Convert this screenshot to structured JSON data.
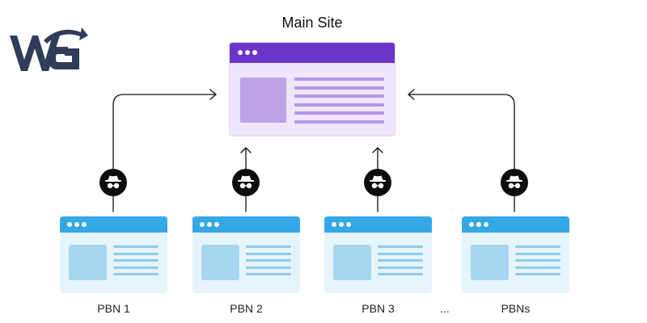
{
  "diagram": {
    "main_site": {
      "label": "Main Site"
    },
    "pbns": [
      {
        "label": "PBN 1"
      },
      {
        "label": "PBN 2"
      },
      {
        "label": "PBN 3"
      },
      {
        "label": "PBNs"
      }
    ],
    "ellipsis": "...",
    "icons": {
      "logo": "wg-logo-icon",
      "anonymity": "incognito-spy-icon"
    },
    "colors": {
      "main_window_bar": "#6b34c8",
      "main_window_bg": "#efe6fb",
      "pbn_window_bar": "#34a8e6",
      "pbn_window_bg": "#e6f4fb",
      "logo": "#2f3c5a",
      "connector": "#111111"
    }
  }
}
